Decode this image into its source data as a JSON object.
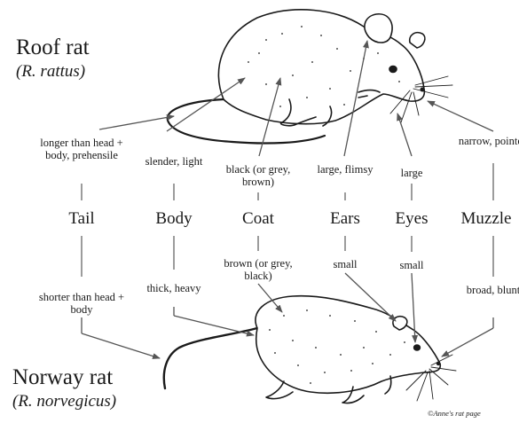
{
  "species": {
    "roof": {
      "name": "Roof rat",
      "scientific": "(R. rattus)"
    },
    "norway": {
      "name": "Norway rat",
      "scientific": "(R. norvegicus)"
    }
  },
  "features": [
    {
      "name": "Tail",
      "roof": "longer than head + body, prehensile",
      "norway": "shorter than head + body"
    },
    {
      "name": "Body",
      "roof": "slender, light",
      "norway": "thick, heavy"
    },
    {
      "name": "Coat",
      "roof": "black (or grey, brown)",
      "norway": "brown (or grey, black)"
    },
    {
      "name": "Ears",
      "roof": "large, flimsy",
      "norway": "small"
    },
    {
      "name": "Eyes",
      "roof": "large",
      "norway": "small"
    },
    {
      "name": "Muzzle",
      "roof": "narrow, pointed",
      "norway": "broad, blunt"
    }
  ],
  "credit": "©Anne's rat page",
  "colors": {
    "ink": "#1a1a1a",
    "line": "#666666",
    "background": "#ffffff"
  }
}
